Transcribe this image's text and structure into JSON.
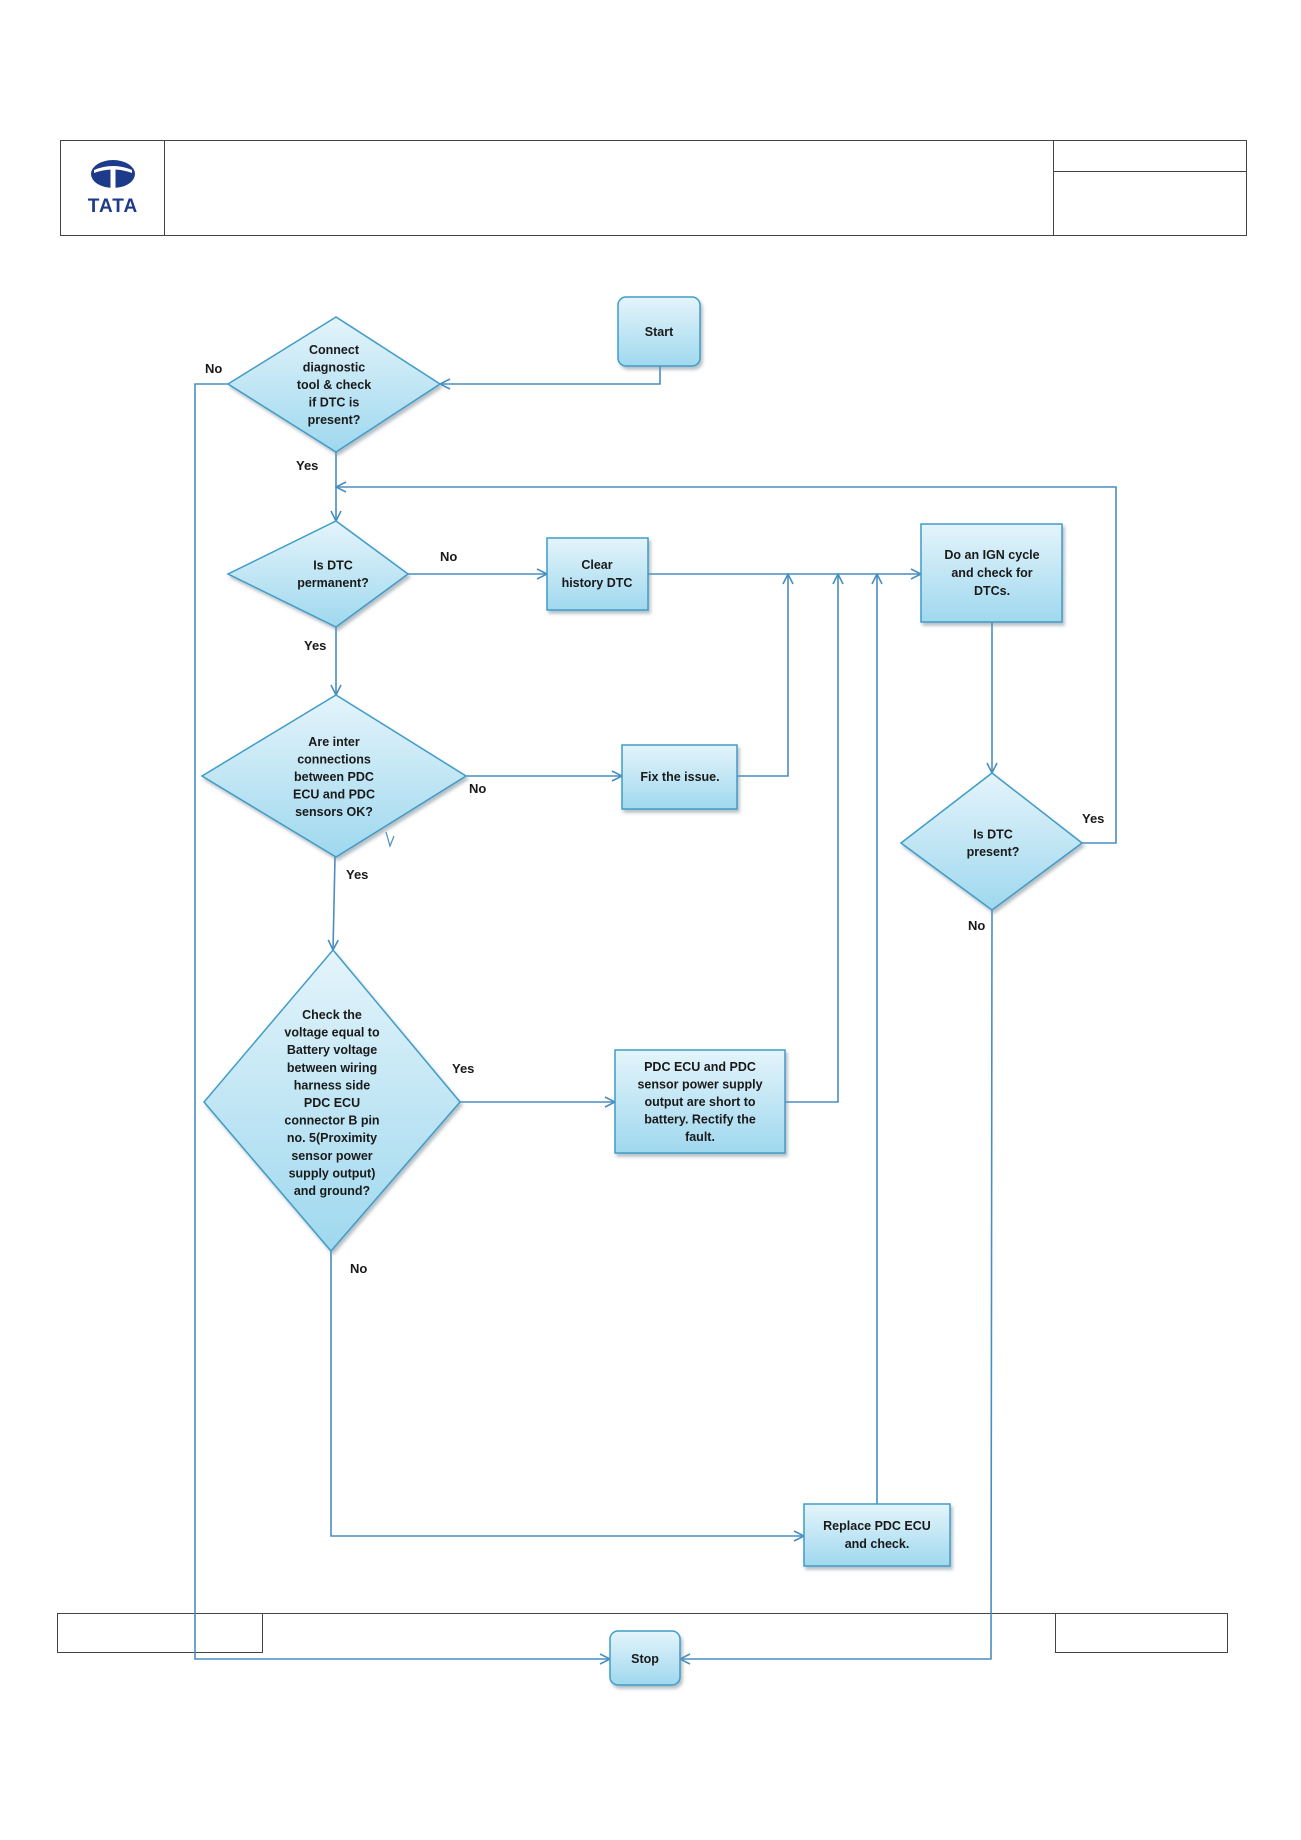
{
  "header": {
    "logo_text": "TATA",
    "brand_color": "#1e3a8a"
  },
  "colors": {
    "node_fill_top": "#e4f4fb",
    "node_fill_bottom": "#9fd8ee",
    "node_stroke": "#3f9cc8",
    "line": "#4a8ec0"
  },
  "flowchart": {
    "start": "Start",
    "stop": "Stop",
    "d1": [
      "Connect",
      "diagnostic",
      "tool & check",
      "if DTC is",
      "present?"
    ],
    "d2": [
      "Is DTC",
      "permanent?"
    ],
    "d3": [
      "Are inter",
      "connections",
      "between PDC",
      "ECU and PDC",
      "sensors OK?"
    ],
    "d4": [
      "Check the",
      "voltage equal to",
      "Battery voltage",
      "between wiring",
      "harness  side",
      "PDC ECU",
      "connector B pin",
      "no. 5(Proximity",
      "sensor power",
      "supply output)",
      "and ground?"
    ],
    "d5": [
      "Is DTC",
      "present?"
    ],
    "p_clear": [
      "Clear",
      "history DTC"
    ],
    "p_ign": [
      "Do an IGN cycle",
      "and check for",
      "DTCs."
    ],
    "p_fix": [
      "Fix the issue."
    ],
    "p_short": [
      "PDC ECU and PDC",
      "sensor  power supply",
      "output are short to",
      "battery. Rectify  the",
      "fault."
    ],
    "p_replace": [
      "Replace PDC  ECU",
      "and check."
    ],
    "labels": {
      "d1_no": "No",
      "d1_yes": "Yes",
      "d2_no": "No",
      "d2_yes": "Yes",
      "d3_no": "No",
      "d3_yes": "Yes",
      "d4_yes": "Yes",
      "d4_no": "No",
      "d5_yes": "Yes",
      "d5_no": "No"
    }
  }
}
